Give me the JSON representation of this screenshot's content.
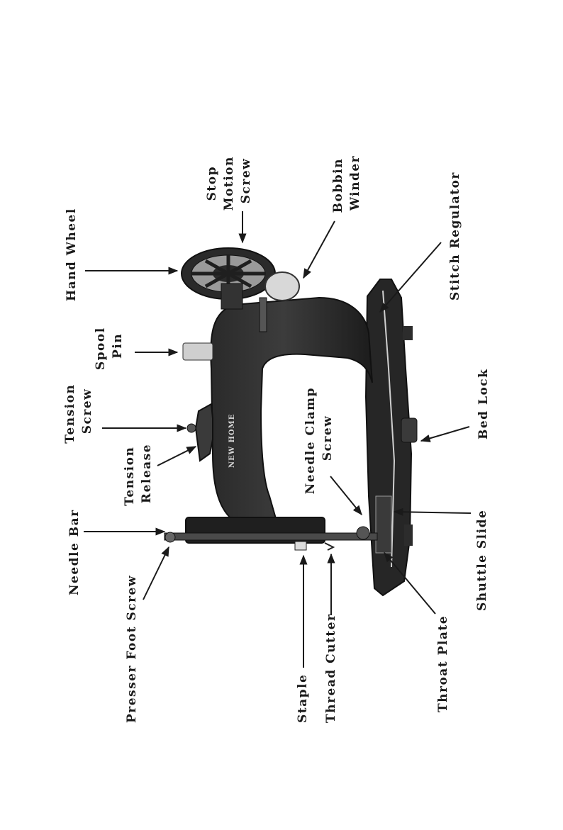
{
  "diagram": {
    "machine_brand": "NEW HOME",
    "labels": {
      "hand_wheel": "Hand Wheel",
      "stop_motion_screw": [
        "Stop",
        "Motion",
        "Screw"
      ],
      "bobbin_winder": [
        "Bobbin",
        "Winder"
      ],
      "stitch_regulator": "Stitch Regulator",
      "spool_pin": [
        "Spool",
        "Pin"
      ],
      "tension_screw": [
        "Tension",
        "Screw"
      ],
      "tension_release": [
        "Tension",
        "Release"
      ],
      "needle_clamp_screw": [
        "Needle Clamp",
        "Screw"
      ],
      "bed_lock": "Bed Lock",
      "needle_bar": "Needle Bar",
      "shuttle_slide": "Shuttle Slide",
      "presser_foot_screw": "Presser Foot Screw",
      "staple": "Staple",
      "thread_cutter": "Thread Cutter",
      "throat_plate": "Throat Plate"
    }
  }
}
